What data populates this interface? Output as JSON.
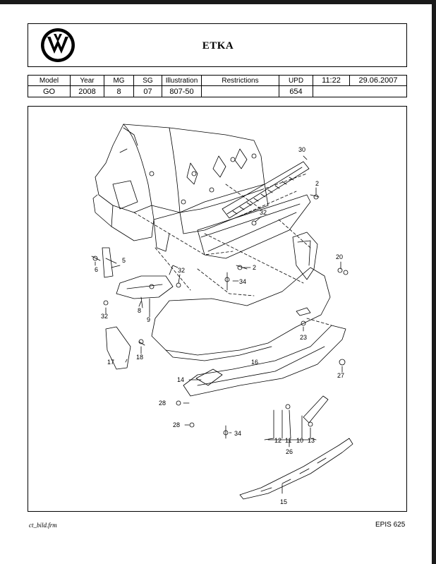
{
  "header": {
    "title": "ETKA",
    "logo": "vw-logo"
  },
  "info": {
    "columns": [
      {
        "label": "Model",
        "value": "GO"
      },
      {
        "label": "Year",
        "value": "2008"
      },
      {
        "label": "MG",
        "value": "8"
      },
      {
        "label": "SG",
        "value": "07"
      },
      {
        "label": "Illustration",
        "value": "807-50"
      },
      {
        "label": "Restrictions",
        "value": ""
      },
      {
        "label": "UPD",
        "value": "654"
      }
    ],
    "time": "11:22",
    "date": "29.06.2007"
  },
  "diagram": {
    "callouts": [
      "30",
      "2",
      "32",
      "2",
      "20",
      "6",
      "5",
      "32",
      "34",
      "8",
      "9",
      "32",
      "23",
      "17",
      "18",
      "16",
      "27",
      "14",
      "28",
      "28",
      "34",
      "12",
      "11",
      "10",
      "13",
      "26",
      "15"
    ]
  },
  "footer": {
    "left": "ct_bild.frm",
    "right": "EPIS 625"
  }
}
